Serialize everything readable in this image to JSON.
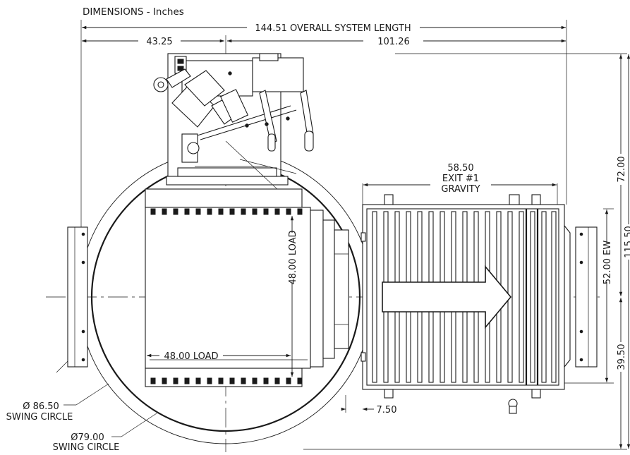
{
  "title": "DIMENSIONS - Inches",
  "dimensions": {
    "overall_length": "144.51 OVERALL SYSTEM LENGTH",
    "left_offset": "43.25",
    "right_offset": "101.26",
    "height_upper": "72.00",
    "height_total": "115.50",
    "height_lower": "39.50",
    "exit_width": "58.50",
    "exit_label": "EXIT #1",
    "exit_type": "GRAVITY",
    "exit_ew": "52.00 EW",
    "load_vertical": "48.00 LOAD",
    "load_horizontal": "48.00 LOAD",
    "gap": "7.50",
    "swing_outer_value": "Ø 86.50",
    "swing_outer_label": "SWING CIRCLE",
    "swing_inner_value": "Ø79.00",
    "swing_inner_label": "SWING CIRCLE"
  }
}
